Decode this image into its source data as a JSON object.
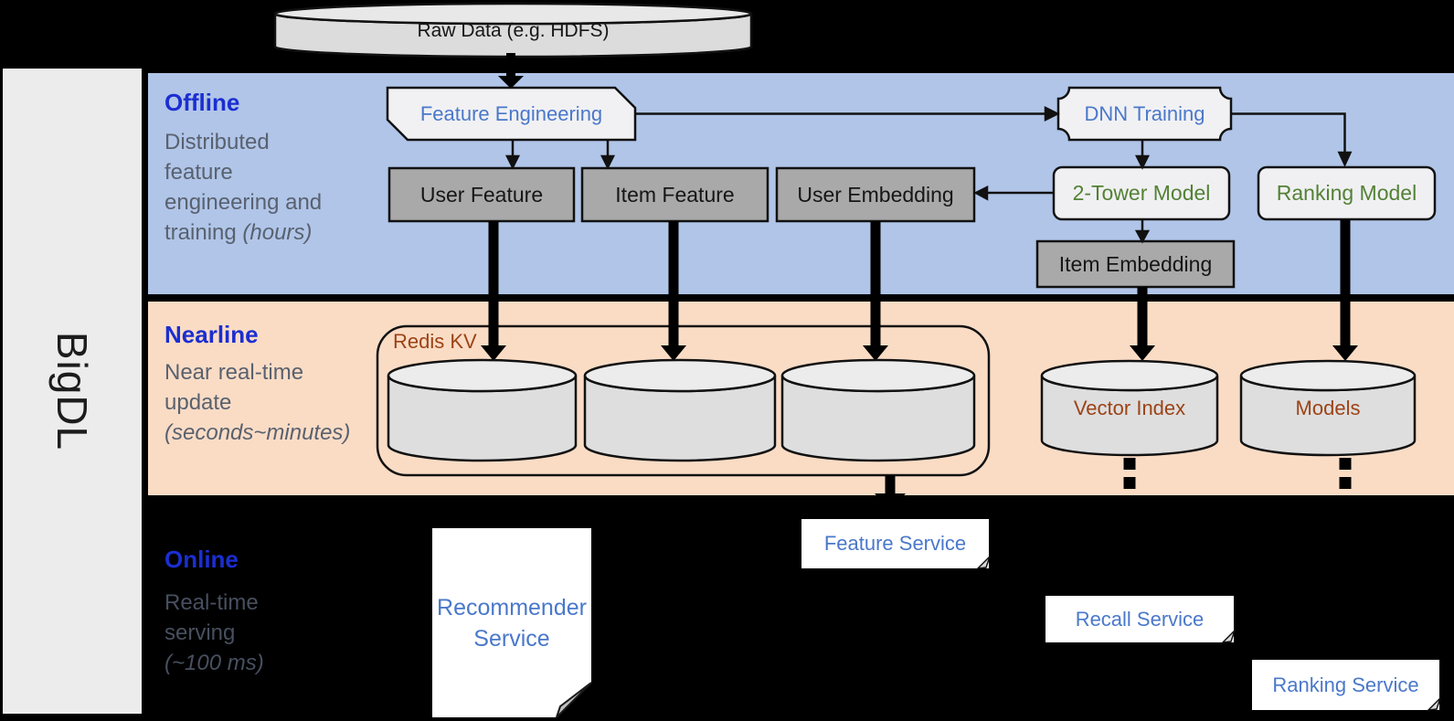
{
  "brand": "BigDL",
  "raw_data_label": "Raw Data (e.g. HDFS)",
  "offline": {
    "title": "Offline",
    "desc_line1": "Distributed",
    "desc_line2": "feature",
    "desc_line3": "engineering and",
    "desc_line4": "training ",
    "desc_line4_italic": "(hours)"
  },
  "nearline": {
    "title": "Nearline",
    "desc_line1": "Near real-time",
    "desc_line2": "update",
    "desc_line3_italic": "(seconds~minutes)",
    "redis_label": "Redis KV"
  },
  "online": {
    "title": "Online",
    "desc_line1": "Real-time",
    "desc_line2": "serving",
    "desc_line3_italic": "(~100 ms)"
  },
  "nodes": {
    "feature_engineering": "Feature Engineering",
    "dnn_training": "DNN Training",
    "user_feature": "User Feature",
    "item_feature": "Item Feature",
    "user_embedding": "User Embedding",
    "two_tower_model": "2-Tower Model",
    "ranking_model": "Ranking Model",
    "item_embedding": "Item Embedding",
    "vector_index": "Vector Index",
    "models": "Models",
    "recommender_service_line1": "Recommender",
    "recommender_service_line2": "Service",
    "feature_service": "Feature Service",
    "recall_service": "Recall Service",
    "ranking_service": "Ranking Service"
  },
  "colors": {
    "band_offline": "#b0c5e8",
    "band_nearline": "#fadcc5",
    "background": "#000000",
    "sidebar_gray": "#ececec",
    "accent_blue": "#1b2ed1",
    "node_text_blue": "#4a78ca",
    "model_text_green": "#538135",
    "store_text_brown": "#9c4317",
    "desc_text_gray": "#59616f",
    "box_gray": "#a9a9a9",
    "box_light": "#f1f1f3",
    "cylinder_gray": "#dedede"
  }
}
